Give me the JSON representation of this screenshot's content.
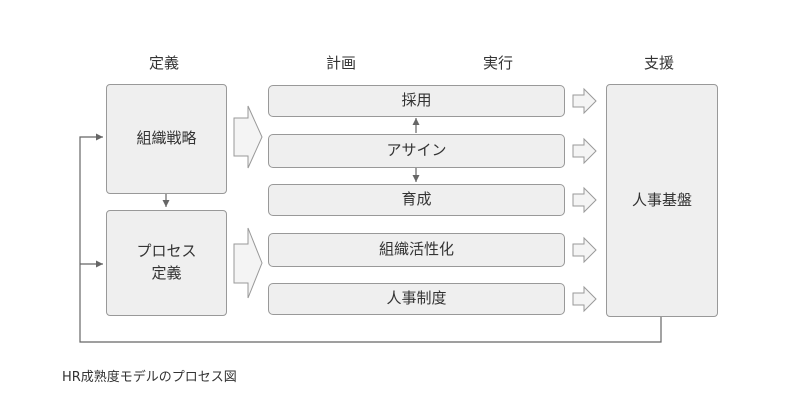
{
  "headers": {
    "define": "定義",
    "plan": "計画",
    "execute": "実行",
    "support": "支援"
  },
  "boxes": {
    "strategy": "組織戦略",
    "process_line1": "プロセス",
    "process_line2": "定義",
    "foundation": "人事基盤"
  },
  "activities": [
    "採用",
    "アサイン",
    "育成",
    "組織活性化",
    "人事制度"
  ],
  "caption": "HR成熟度モデルのプロセス図",
  "colors": {
    "box_fill": "#efefef",
    "box_border": "#999999",
    "line": "#666666",
    "text": "#333333"
  }
}
